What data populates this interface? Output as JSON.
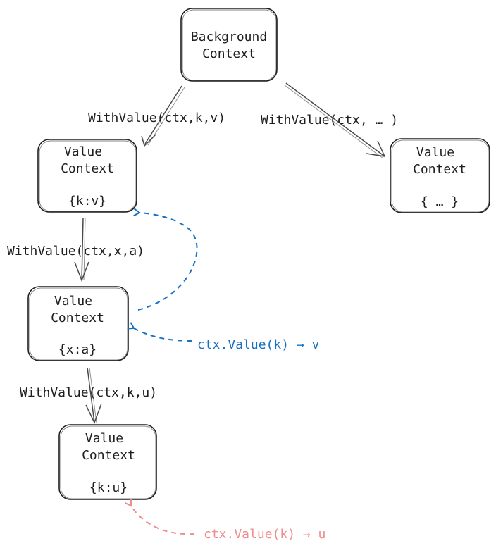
{
  "colors": {
    "ink": "#1e1e1e",
    "lookup_blue": "#1971c2",
    "lookup_red": "#f08c8c"
  },
  "nodes": {
    "background": {
      "line1": "Background",
      "line2": "Context"
    },
    "value_kv": {
      "line1": "Value",
      "line2": "Context",
      "line3": "{k:v}"
    },
    "value_etc": {
      "line1": "Value",
      "line2": "Context",
      "line3": "{ … }"
    },
    "value_xa": {
      "line1": "Value",
      "line2": "Context",
      "line3": "{x:a}"
    },
    "value_ku": {
      "line1": "Value",
      "line2": "Context",
      "line3": "{k:u}"
    }
  },
  "edges": {
    "with_kv": "WithValue(ctx,k,v)",
    "with_etc": "WithValue(ctx, … )",
    "with_xa": "WithValue(ctx,x,a)",
    "with_ku": "WithValue(ctx,k,u)"
  },
  "lookups": {
    "blue": "ctx.Value(k) → v",
    "red": "ctx.Value(k) → u"
  }
}
